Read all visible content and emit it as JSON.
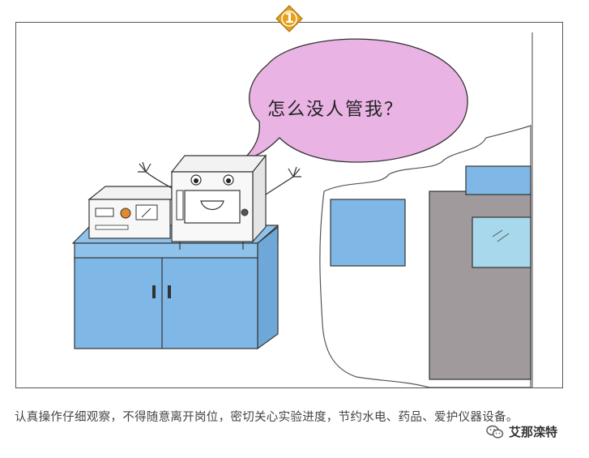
{
  "badge": {
    "number": "1",
    "color": "#e7a11a"
  },
  "speech_bubble": {
    "text": "怎么没人管我？"
  },
  "caption": {
    "text": "认真操作仔细观察，不得随意离开岗位，密切关心实验进度，节约水电、药品、爱护仪器设备。"
  },
  "brand": {
    "name": "艾那滦特",
    "icon": "wechat-icon"
  },
  "colors": {
    "cabinet_blue": "#7fb7e6",
    "bubble_pink": "#e9b3e4",
    "cabinet_gray": "#a09a9c"
  }
}
